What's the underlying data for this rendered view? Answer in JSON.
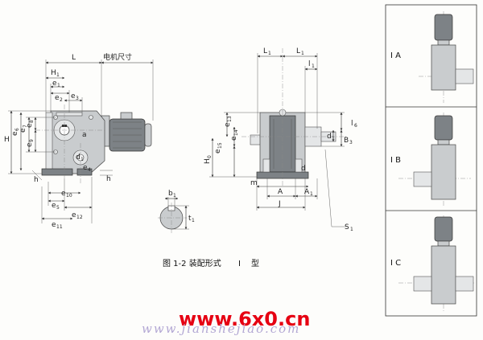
{
  "front_view": {
    "labels": {
      "L": "L",
      "motor": "电机尺寸",
      "H": "H",
      "H1": "H",
      "H1_sub": "1",
      "e1": "e",
      "e1_sub": "1",
      "e2": "e",
      "e2_sub": "2",
      "e3": "e",
      "e3_sub": "3",
      "e4": "e",
      "e4_sub": "4",
      "e5": "e",
      "e5_sub": "5",
      "e6": "e",
      "e6_sub": "6",
      "e7": "e",
      "e7_sub": "7",
      "e8": "e",
      "e8_sub": "8",
      "e9": "e",
      "e9_sub": "9",
      "e10": "e",
      "e10_sub": "10",
      "e11": "e",
      "e11_sub": "11",
      "e12": "e",
      "e12_sub": "12",
      "a": "a",
      "d1": "d",
      "d1_sub": "1",
      "h_left": "h",
      "h_right": "h"
    }
  },
  "side_view": {
    "labels": {
      "L1a": "L",
      "L1a_sub": "1",
      "L1b": "L",
      "L1b_sub": "1",
      "l1": "l",
      "l1_sub": "1",
      "e13": "e",
      "e13_sub": "13",
      "e14": "e",
      "e14_sub": "14",
      "e15": "e",
      "e15_sub": "15",
      "H0": "H",
      "H0_sub": "0",
      "m": "m",
      "A": "A",
      "A1": "A",
      "A1_sub": "1",
      "J": "J",
      "d": "d",
      "d1": "d",
      "d1_sub": "1",
      "B3": "B",
      "B3_sub": "3",
      "l6": "l",
      "l6_sub": "6",
      "S1": "S",
      "S1_sub": "1"
    }
  },
  "keyway": {
    "labels": {
      "b1": "b",
      "b1_sub": "1",
      "t1": "t",
      "t1_sub": "1"
    }
  },
  "caption": {
    "fig": "图 1-2 装配形式",
    "type_num": "Ⅰ",
    "type_char": "型"
  },
  "panels": [
    {
      "label": "Ⅰ A"
    },
    {
      "label": "Ⅰ B"
    },
    {
      "label": "Ⅰ C"
    }
  ],
  "watermark": {
    "logo": "www.6x0.cn",
    "logo_color": "#e60012",
    "url": "www.jianshejiao.com"
  },
  "colors": {
    "line": "#333333",
    "metal_light": "#c9ccce",
    "metal_dark": "#7d8286",
    "watermark_text": "#b3a8d4"
  }
}
